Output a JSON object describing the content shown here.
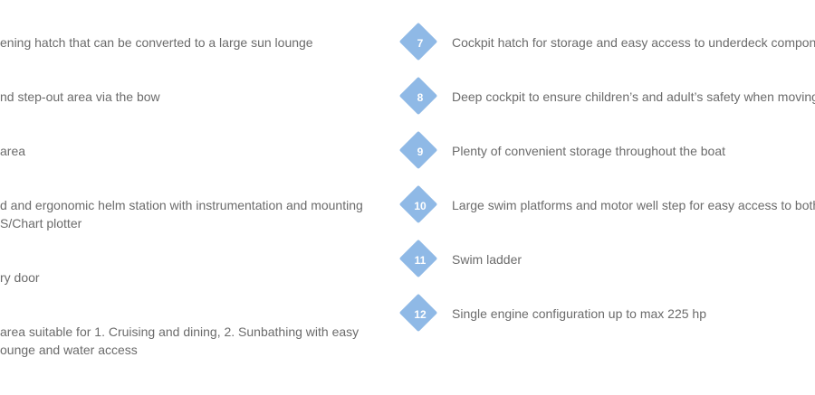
{
  "left_items": [
    {
      "lines": [
        "ening hatch that can be converted to a large sun lounge"
      ]
    },
    {
      "lines": [
        "nd step-out area via the bow"
      ]
    },
    {
      "lines": [
        "area"
      ]
    },
    {
      "lines": [
        "d and ergonomic helm station with instrumentation and mounting",
        "S/Chart plotter"
      ]
    },
    {
      "lines": [
        "ry door"
      ]
    },
    {
      "lines": [
        "area suitable for 1. Cruising and dining, 2. Sunbathing with easy",
        "ounge and water access"
      ]
    }
  ],
  "right_items": [
    {
      "number": "7",
      "text": "Cockpit hatch for storage and easy access to underdeck components"
    },
    {
      "number": "8",
      "text": "Deep cockpit to ensure children’s and adult’s safety when moving aro"
    },
    {
      "number": "9",
      "text": "Plenty of convenient storage throughout the boat"
    },
    {
      "number": "10",
      "text": "Large swim platforms and motor well step for easy access to both side"
    },
    {
      "number": "11",
      "text": "Swim ladder"
    },
    {
      "number": "12",
      "text": "Single engine configuration up to max 225 hp"
    }
  ],
  "colors": {
    "badge": "#8fb9e6",
    "text": "#6b6b6b",
    "background": "#ffffff"
  }
}
